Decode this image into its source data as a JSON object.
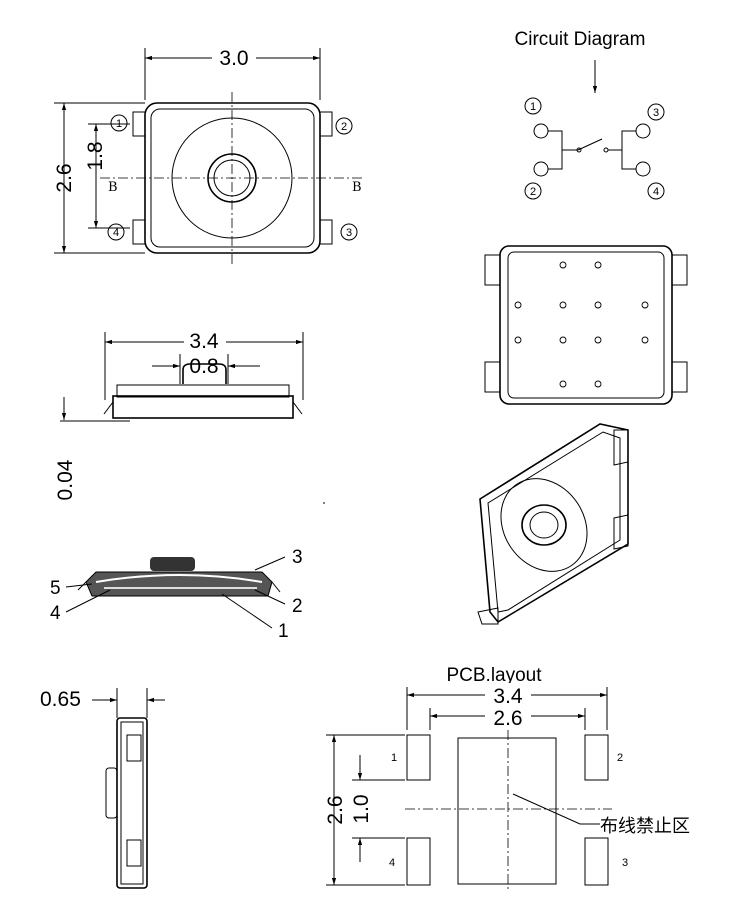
{
  "top_view": {
    "width_dim": "3.0",
    "height_dim": "2.6",
    "pin_spacing_dim": "1.8",
    "section_mark_left": "B",
    "section_mark_right": "B",
    "pins": [
      "1",
      "2",
      "3",
      "4"
    ]
  },
  "circuit": {
    "title": "Circuit Diagram",
    "pins": [
      "1",
      "2",
      "3",
      "4"
    ]
  },
  "side_view": {
    "width_dim": "3.4",
    "actuator_dim": "0.8",
    "offset_dim": "0.04"
  },
  "section_view": {
    "labels": [
      "1",
      "2",
      "3",
      "4",
      "5"
    ]
  },
  "end_view": {
    "thickness_dim": "0.65"
  },
  "pcb": {
    "title": "PCB.layout",
    "outer_width": "3.4",
    "inner_width": "2.6",
    "height_dim": "2.6",
    "pad_gap_dim": "1.0",
    "keepout_label": "布线禁止区",
    "pad_labels": [
      "1",
      "2",
      "3",
      "4"
    ]
  }
}
